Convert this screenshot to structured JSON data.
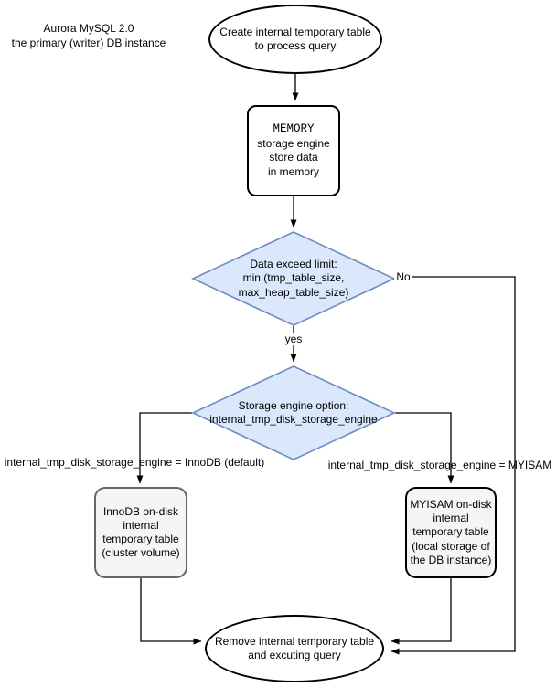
{
  "annotation": {
    "title": "Aurora MySQL 2.0\nthe primary (writer) DB instance"
  },
  "nodes": {
    "start": {
      "label": "Create internal temporary table\nto process query"
    },
    "memory": {
      "title": "MEMORY",
      "body": "storage engine\nstore data\nin memory"
    },
    "limit_decision": {
      "label": "Data exceed limit:\nmin (tmp_table_size,\nmax_heap_table_size)"
    },
    "engine_decision": {
      "label": "Storage engine option:\ninternal_tmp_disk_storage_engine"
    },
    "innodb_disk": {
      "label": "InnoDB on-disk\ninternal\ntemporary table\n(cluster volume)"
    },
    "myisam_disk": {
      "label": "MYISAM on-disk\ninternal\ntemporary table\n(local storage of\nthe DB instance)"
    },
    "end": {
      "label": "Remove internal temporary table\nand excuting query"
    }
  },
  "edges": {
    "yes_label": "yes",
    "no_label": "No",
    "innodb_condition": "internal_tmp_disk_storage_engine = InnoDB (default)",
    "myisam_condition": "internal_tmp_disk_storage_engine = MYISAM"
  },
  "colors": {
    "decision_fill": "#dbe8fc",
    "decision_border": "#6c8ebf",
    "disk_box_fill": "#f5f5f5",
    "disk_innodb_border": "#666666",
    "disk_myisam_border": "#000000",
    "shape_border": "#000000",
    "connector": "#000000"
  }
}
